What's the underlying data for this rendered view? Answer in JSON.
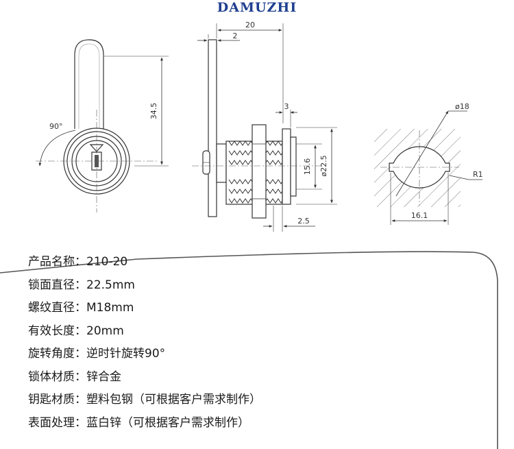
{
  "brand": "DAMUZHI",
  "drawing": {
    "front_view": {
      "rotation_label": "90°",
      "height_label": "34.5"
    },
    "side_view": {
      "dim_length": "20",
      "dim_plate": "2",
      "dim_flange": "3",
      "dim_thread": "15.6",
      "dim_diameter": "ø22.5",
      "dim_bottom": "2.5"
    },
    "cutout_view": {
      "dim_hole": "ø18",
      "dim_radius": "R1",
      "dim_width": "16.1"
    }
  },
  "specs": [
    {
      "label": "产品名称：",
      "value": "210-20"
    },
    {
      "label": "锁面直径：",
      "value": "22.5mm"
    },
    {
      "label": "螺纹直径：",
      "value": "M18mm"
    },
    {
      "label": "有效长度：",
      "value": "20mm"
    },
    {
      "label": "旋转角度：",
      "value": "逆时针旋转90°"
    },
    {
      "label": "锁体材质：",
      "value": "锌合金"
    },
    {
      "label": "钥匙材质：",
      "value": "塑料包钢（可根据客户需求制作）"
    },
    {
      "label": "表面处理：",
      "value": "蓝白锌（可根据客户需求制作）"
    }
  ]
}
